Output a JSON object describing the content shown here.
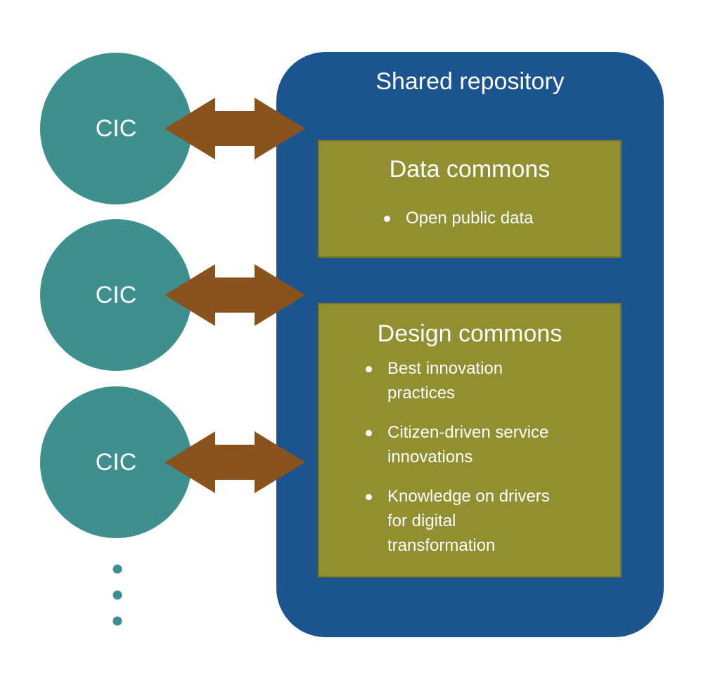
{
  "colors": {
    "repository": "#1b548e",
    "commons_panel": "#918f30",
    "cic_node": "#3d908d",
    "arrow": "#8a531e",
    "text": "#ffffff"
  },
  "repository": {
    "title": "Shared repository",
    "data_commons": {
      "title": "Data commons",
      "items": [
        "Open public data"
      ]
    },
    "design_commons": {
      "title": "Design commons",
      "items": [
        "Best innovation practices",
        "Citizen-driven service innovations",
        "Knowledge on drivers for digital transformation"
      ]
    }
  },
  "cic_nodes": [
    {
      "label": "CIC"
    },
    {
      "label": "CIC"
    },
    {
      "label": "CIC"
    }
  ],
  "continuation_icon": "vertical-ellipsis-icon",
  "connector_icon": "double-arrow-icon"
}
